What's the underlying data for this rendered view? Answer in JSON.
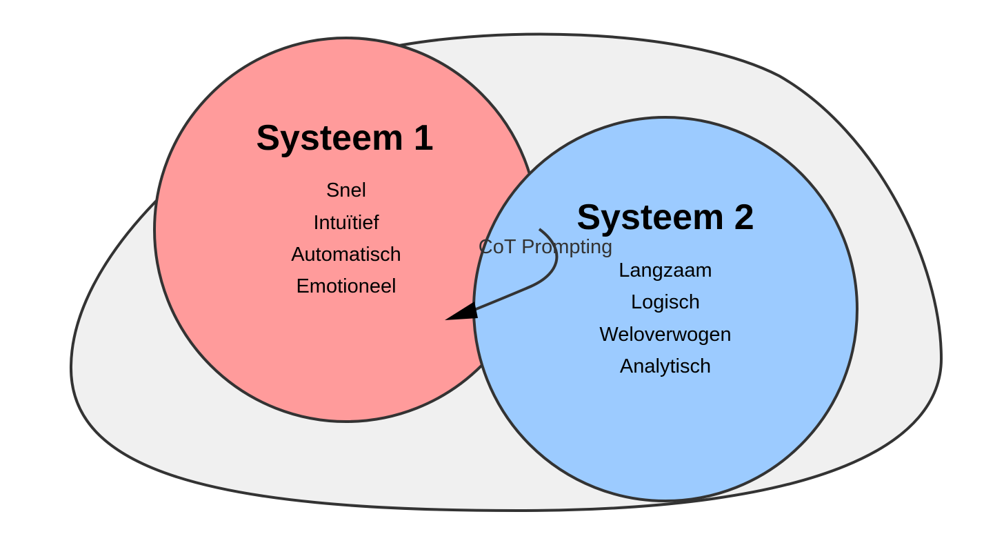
{
  "colors": {
    "background": "#ffffff",
    "outer_fill": "#f0f0f0",
    "system1_fill": "#ff9b9b",
    "system2_fill": "#9ccbff",
    "stroke": "#333333",
    "text": "#000000"
  },
  "system1": {
    "title": "Systeem 1",
    "items": [
      "Snel",
      "Intuïtief",
      "Automatisch",
      "Emotioneel"
    ]
  },
  "system2": {
    "title": "Systeem 2",
    "items": [
      "Langzaam",
      "Logisch",
      "Weloverwogen",
      "Analytisch"
    ]
  },
  "edge": {
    "label": "CoT Prompting"
  }
}
